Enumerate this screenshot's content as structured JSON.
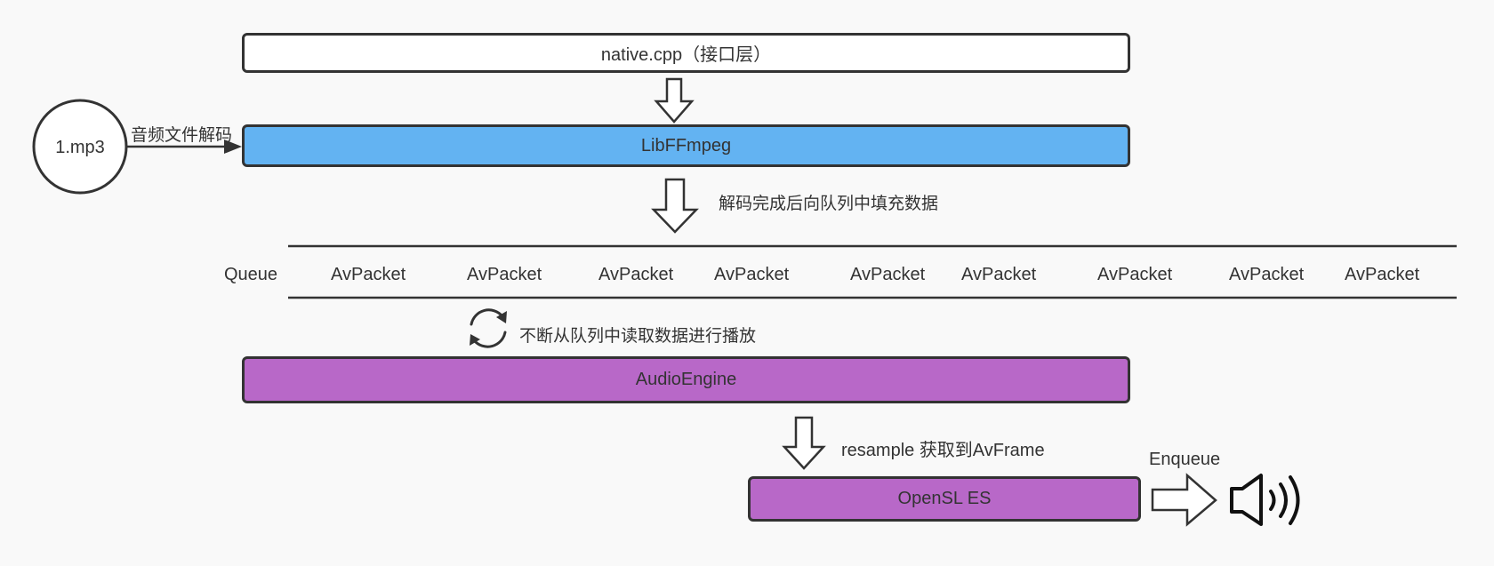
{
  "layers": {
    "native": "native.cpp（接口层）",
    "libffmpeg": "LibFFmpeg",
    "audio_engine": "AudioEngine",
    "opensl": "OpenSL ES"
  },
  "source": {
    "file": "1.mp3",
    "arrow_label": "音频文件解码"
  },
  "steps": {
    "fill_queue": "解码完成后向队列中填充数据",
    "read_queue": "不断从队列中读取数据进行播放",
    "resample": "resample 获取到AvFrame",
    "enqueue": "Enqueue"
  },
  "queue": {
    "label": "Queue",
    "items": [
      "AvPacket",
      "AvPacket",
      "AvPacket",
      "AvPacket",
      "AvPacket",
      "AvPacket",
      "AvPacket",
      "AvPacket",
      "AvPacket"
    ]
  },
  "icons": [
    "down-arrow-icon",
    "refresh-icon",
    "right-arrow-icon",
    "speaker-icon"
  ],
  "colors": {
    "libffmpeg_fill": "#63b3f2",
    "engine_fill": "#b868c8",
    "stroke": "#333333",
    "background": "#f9f9f9"
  }
}
